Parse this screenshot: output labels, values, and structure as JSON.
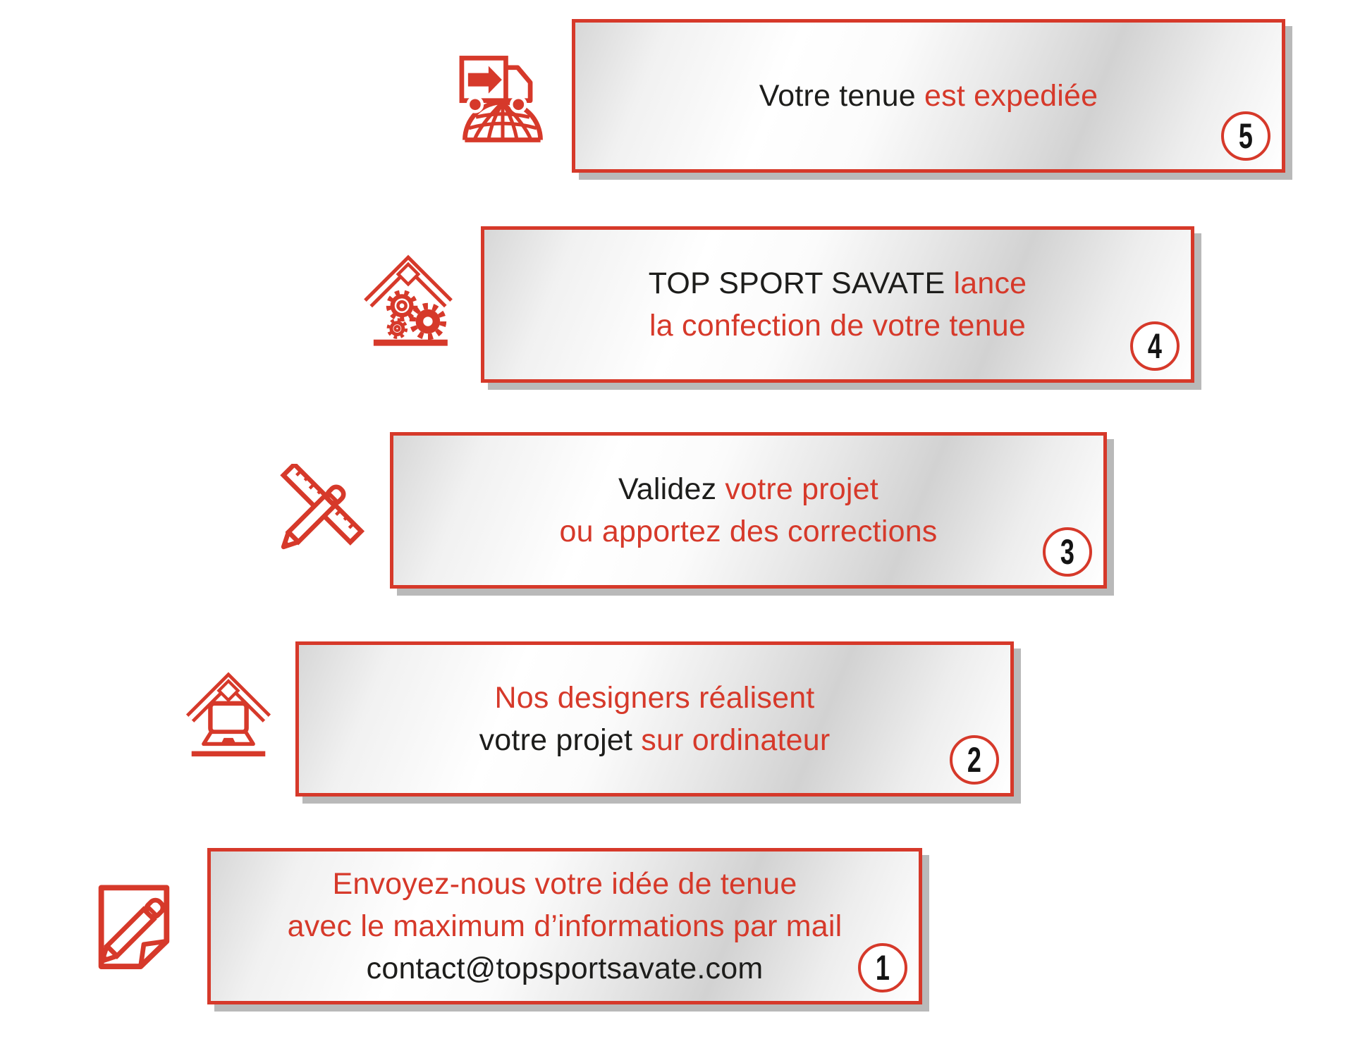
{
  "colors": {
    "accent": "#d6392a",
    "dark": "#1d1d1b",
    "shadow": "#b9b9b9"
  },
  "steps": [
    {
      "number": "1",
      "icon": "note-pencil-icon",
      "lines": [
        [
          {
            "t": "Envoyez-nous votre idée de tenue",
            "c": "r"
          }
        ],
        [
          {
            "t": "avec le maximum d’informations par mail",
            "c": "r"
          }
        ],
        [
          {
            "t": "contact@topsportsavate.com",
            "c": "d"
          }
        ]
      ]
    },
    {
      "number": "2",
      "icon": "laptop-roof-icon",
      "lines": [
        [
          {
            "t": "Nos designers réalisent",
            "c": "r"
          }
        ],
        [
          {
            "t": "votre projet ",
            "c": "d"
          },
          {
            "t": "sur ordinateur",
            "c": "r"
          }
        ]
      ]
    },
    {
      "number": "3",
      "icon": "ruler-pencil-icon",
      "lines": [
        [
          {
            "t": "Validez ",
            "c": "d"
          },
          {
            "t": "votre projet",
            "c": "r"
          }
        ],
        [
          {
            "t": "ou apportez des corrections",
            "c": "r"
          }
        ]
      ]
    },
    {
      "number": "4",
      "icon": "factory-gears-roof-icon",
      "lines": [
        [
          {
            "t": "TOP SPORT SAVATE ",
            "c": "d"
          },
          {
            "t": "lance",
            "c": "r"
          }
        ],
        [
          {
            "t": "la confection de votre tenue",
            "c": "r"
          }
        ]
      ]
    },
    {
      "number": "5",
      "icon": "delivery-truck-globe-icon",
      "lines": [
        [
          {
            "t": "Votre tenue ",
            "c": "d"
          },
          {
            "t": "est expediée",
            "c": "r"
          }
        ]
      ]
    }
  ]
}
